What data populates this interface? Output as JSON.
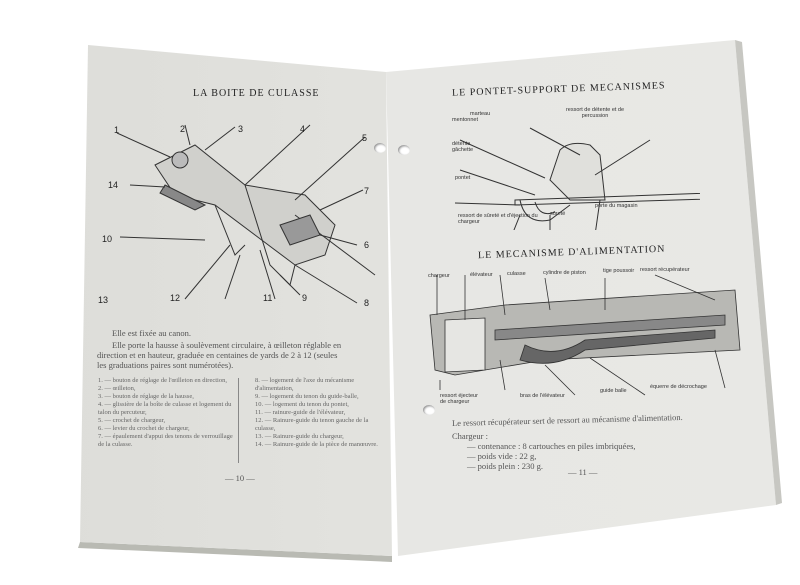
{
  "left_page": {
    "title": "LA BOITE DE CULASSE",
    "diagram_numbers": [
      "1",
      "2",
      "3",
      "4",
      "5",
      "6",
      "7",
      "8",
      "9",
      "10",
      "11",
      "12",
      "13",
      "14"
    ],
    "paragraph_1": "Elle est fixée au canon.",
    "paragraph_2": [
      "Elle porte la hausse à soulèvement circulaire, à œilleton réglable en",
      "direction et en hauteur, graduée en centaines de yards de 2 à 12 (seules",
      "les graduations paires sont numérotées)."
    ],
    "legend_left": [
      "1. — bouton de réglage de l'œilleton en direction,",
      "2. — œilleton,",
      "3. — bouton de réglage de la hausse,",
      "4. — glissière de la boîte de culasse et logement du talon du percuteur,",
      "5. — crochet de chargeur,",
      "6. — levier du crochet de chargeur,",
      "7. — épaulement d'appui des tenons de verrouillage de la culasse."
    ],
    "legend_right": [
      "8. — logement de l'axe du mécanisme d'alimentation,",
      "9. — logement du tenon du guide-balle,",
      "10. — logement du tenon du pontet,",
      "11. — rainure-guide de l'élévateur,",
      "12. — Rainure-guide du tenon gauche de la culasse,",
      "13. — Rainure-guide du chargeur,",
      "14. — Rainure-guide de la pièce de manœuvre."
    ],
    "page_number": "— 10 —"
  },
  "right_page": {
    "title_1": "LE PONTET-SUPPORT DE MECANISMES",
    "labels_1": [
      "marteau",
      "mentonnet",
      "ressort de détente et de percussion",
      "détente gâchette",
      "pontet",
      "ressort de sûreté et d'éjection du chargeur",
      "sûreté",
      "porte du magasin"
    ],
    "title_2": "LE MECANISME D'ALIMENTATION",
    "labels_2": [
      "chargeur",
      "élévateur",
      "culasse",
      "cylindre de piston",
      "tige poussoir",
      "ressort récupérateur",
      "ressort éjecteur de chargeur",
      "bras de l'élévateur",
      "guide balle",
      "équerre de décrochage"
    ],
    "paragraph": "Le ressort récupérateur sert de ressort au mécanisme d'alimentation.",
    "chargeur_label": "Chargeur :",
    "chargeur_items": [
      "— contenance : 8 cartouches en piles imbriquées,",
      "— poids vide : 22 g,",
      "— poids plein : 230 g."
    ],
    "page_number": "— 11 —"
  }
}
